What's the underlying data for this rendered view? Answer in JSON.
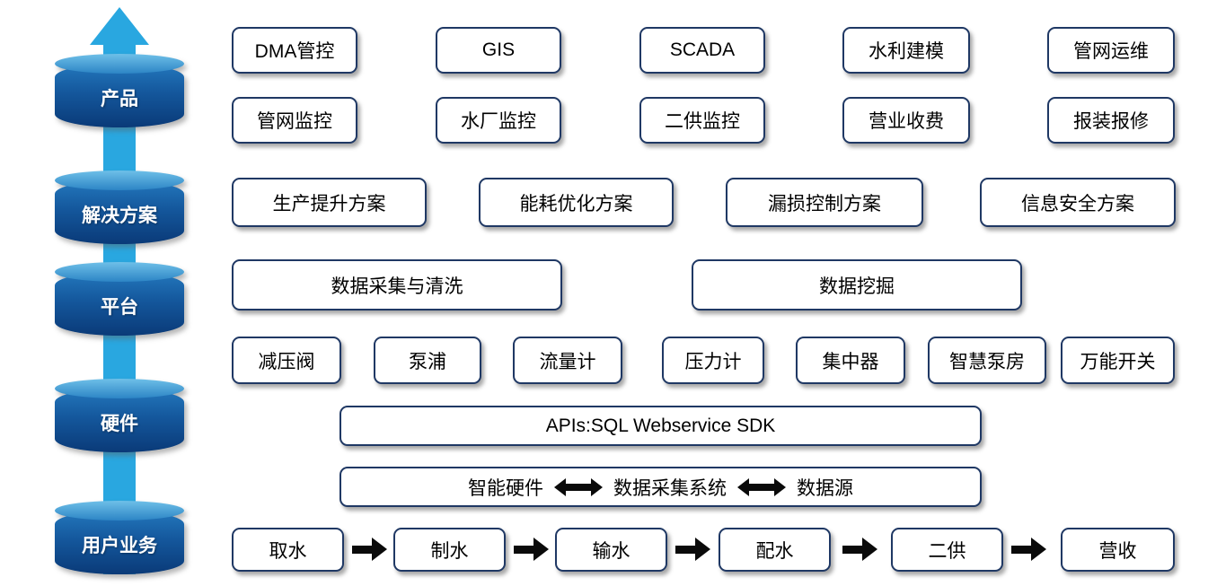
{
  "diagram": {
    "levels": [
      {
        "label": "产品"
      },
      {
        "label": "解决方案"
      },
      {
        "label": "平台"
      },
      {
        "label": "硬件"
      },
      {
        "label": "用户业务"
      }
    ],
    "products_row1": [
      "DMA管控",
      "GIS",
      "SCADA",
      "水利建模",
      "管网运维"
    ],
    "products_row2": [
      "管网监控",
      "水厂监控",
      "二供监控",
      "营业收费",
      "报装报修"
    ],
    "solutions": [
      "生产提升方案",
      "能耗优化方案",
      "漏损控制方案",
      "信息安全方案"
    ],
    "platform": [
      "数据采集与清洗",
      "数据挖掘"
    ],
    "hardware_devices": [
      "减压阀",
      "泵浦",
      "流量计",
      "压力计",
      "集中器",
      "智慧泵房",
      "万能开关"
    ],
    "api_bar": "APIs:SQL Webservice SDK",
    "data_flow": [
      "智能硬件",
      "数据采集系统",
      "数据源"
    ],
    "business_flow": [
      "取水",
      "制水",
      "输水",
      "配水",
      "二供",
      "营收"
    ],
    "colors": {
      "box_border": "#1f3864",
      "up_arrow": "#29a7e0",
      "cylinder_top": "#6fc0e8",
      "cylinder_body_dark": "#0a3a78",
      "flow_arrow": "#000000"
    }
  }
}
